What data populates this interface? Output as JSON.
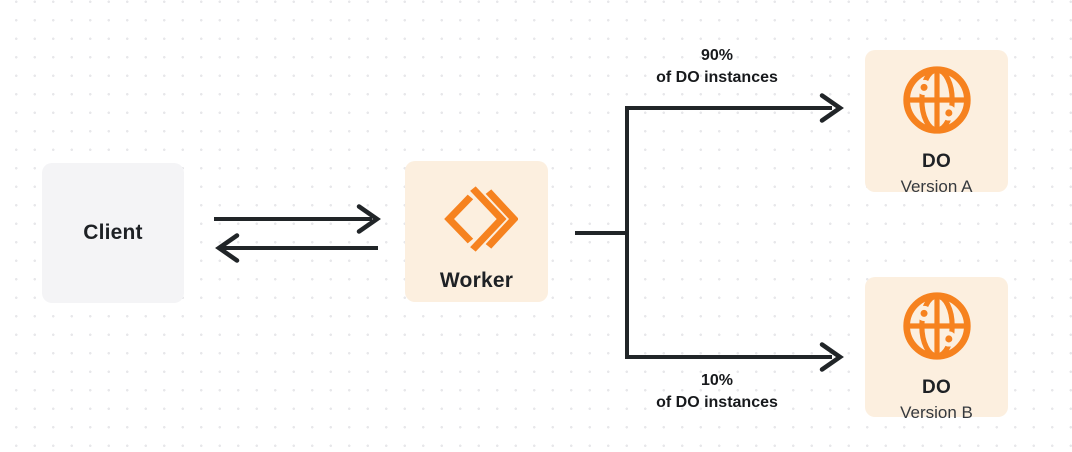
{
  "diagram": {
    "nodes": {
      "client": {
        "label": "Client"
      },
      "worker": {
        "label": "Worker",
        "icon": "workers-chevron-icon"
      },
      "do_version_a": {
        "title": "DO",
        "subtitle": "Version A",
        "icon": "durable-objects-globe-icon"
      },
      "do_version_b": {
        "title": "DO",
        "subtitle": "Version B",
        "icon": "durable-objects-globe-icon"
      }
    },
    "edges": {
      "client_worker": {
        "type": "bidirectional-arrows"
      },
      "split_top": {
        "percent": "90%",
        "caption": "of DO instances"
      },
      "split_bottom": {
        "percent": "10%",
        "caption": "of DO instances"
      }
    },
    "colors": {
      "accent_orange": "#f6821f",
      "node_cream_bg": "#fcefdf",
      "client_gray_bg": "#f4f4f6",
      "line_dark": "#212528",
      "text_primary": "#1e2125",
      "text_secondary": "#35393e",
      "dot_grid": "#e7e7ea",
      "canvas_bg": "#ffffff"
    }
  }
}
